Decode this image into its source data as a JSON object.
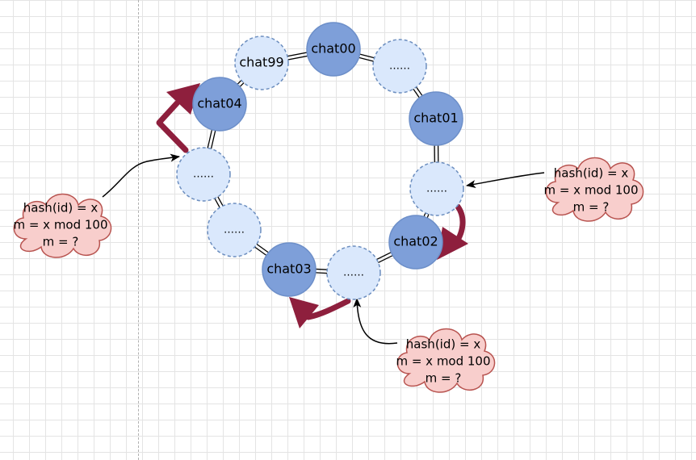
{
  "diagram": {
    "nodes": [
      {
        "id": "n_chat00",
        "label": "chat00",
        "style": "primary"
      },
      {
        "id": "n_dots_a",
        "label": "……",
        "style": "placeholder"
      },
      {
        "id": "n_chat01",
        "label": "chat01",
        "style": "primary"
      },
      {
        "id": "n_dots_b",
        "label": "……",
        "style": "placeholder"
      },
      {
        "id": "n_chat02",
        "label": "chat02",
        "style": "primary"
      },
      {
        "id": "n_dots_c",
        "label": "……",
        "style": "placeholder"
      },
      {
        "id": "n_chat03",
        "label": "chat03",
        "style": "primary"
      },
      {
        "id": "n_dots_d",
        "label": "……",
        "style": "placeholder"
      },
      {
        "id": "n_dots_e",
        "label": "……",
        "style": "placeholder"
      },
      {
        "id": "n_chat04",
        "label": "chat04",
        "style": "primary"
      },
      {
        "id": "n_chat99",
        "label": "chat99",
        "style": "placeholder"
      }
    ],
    "ring_links": [
      [
        "n_chat00",
        "n_dots_a"
      ],
      [
        "n_dots_a",
        "n_chat01"
      ],
      [
        "n_chat01",
        "n_dots_b"
      ],
      [
        "n_dots_b",
        "n_chat02"
      ],
      [
        "n_chat02",
        "n_dots_c"
      ],
      [
        "n_dots_c",
        "n_chat03"
      ],
      [
        "n_chat03",
        "n_dots_d"
      ],
      [
        "n_dots_d",
        "n_dots_e"
      ],
      [
        "n_dots_e",
        "n_chat04"
      ],
      [
        "n_chat04",
        "n_chat99"
      ],
      [
        "n_chat99",
        "n_chat00"
      ]
    ],
    "clouds": [
      {
        "id": "cloud_left",
        "lines": [
          "hash(id) = x",
          "m = x mod 100",
          "m = ?"
        ],
        "points_to": "n_dots_e"
      },
      {
        "id": "cloud_right",
        "lines": [
          "hash(id) = x",
          "m = x mod 100",
          "m = ?"
        ],
        "points_to": "n_dots_b"
      },
      {
        "id": "cloud_bottom",
        "lines": [
          "hash(id) = x",
          "m = x mod 100",
          "m = ?"
        ],
        "points_to": "n_dots_c"
      }
    ],
    "routing_arrows": [
      {
        "from": "n_dots_e",
        "to": "n_chat04"
      },
      {
        "from": "n_dots_b",
        "to": "n_chat02"
      },
      {
        "from": "n_dots_c",
        "to": "n_chat03"
      }
    ]
  },
  "colors": {
    "primary_fill": "#7e9fd9",
    "primary_stroke": "#6d8fc9",
    "placeholder_fill": "#dae8fc",
    "placeholder_stroke": "#6c8ebf",
    "cloud_fill": "#f8cecc",
    "cloud_stroke": "#b85450",
    "route_arrow": "#8e1f3d",
    "connector": "#000000"
  }
}
